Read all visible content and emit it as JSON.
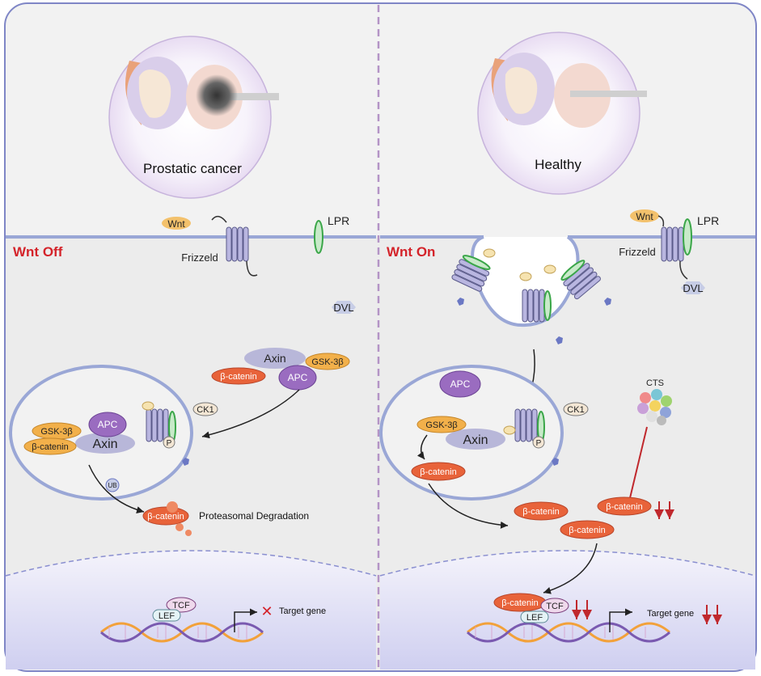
{
  "panels": {
    "left": {
      "circle_label": "Prostatic cancer",
      "state_label": "Wnt Off",
      "wnt": "Wnt",
      "frizzled": "Frizzeld",
      "lpr": "LPR",
      "dvl": "DVL",
      "axin": "Axin",
      "gsk": "GSK-3β",
      "apc": "APC",
      "bcat": "β-catenin",
      "ck1": "CK1",
      "p": "P",
      "ub": "UB",
      "degradation": "Proteasomal Degradation",
      "tcf": "TCF",
      "lef": "LEF",
      "target": "Target gene"
    },
    "right": {
      "circle_label": "Healthy",
      "state_label": "Wnt On",
      "wnt": "Wnt",
      "frizzled": "Frizzeld",
      "lpr": "LPR",
      "dvl": "DVL",
      "apc": "APC",
      "axin": "Axin",
      "gsk": "GSK-3β",
      "bcat": "β-catenin",
      "ck1": "CK1",
      "p": "P",
      "cts": "CTS",
      "tcf": "TCF",
      "lef": "LEF",
      "target": "Target gene"
    }
  },
  "colors": {
    "membrane": "#9aa7d6",
    "receptor": "#b9b6e0",
    "axin": "#b8b7d9",
    "apc": "#9a6cc0",
    "bcat": "#e8633a",
    "gsk": "#f2b04a",
    "lpr": "#3aa648",
    "state_label": "#d4232a",
    "down_arrow": "#c0282d",
    "divider": "#b494c6"
  }
}
